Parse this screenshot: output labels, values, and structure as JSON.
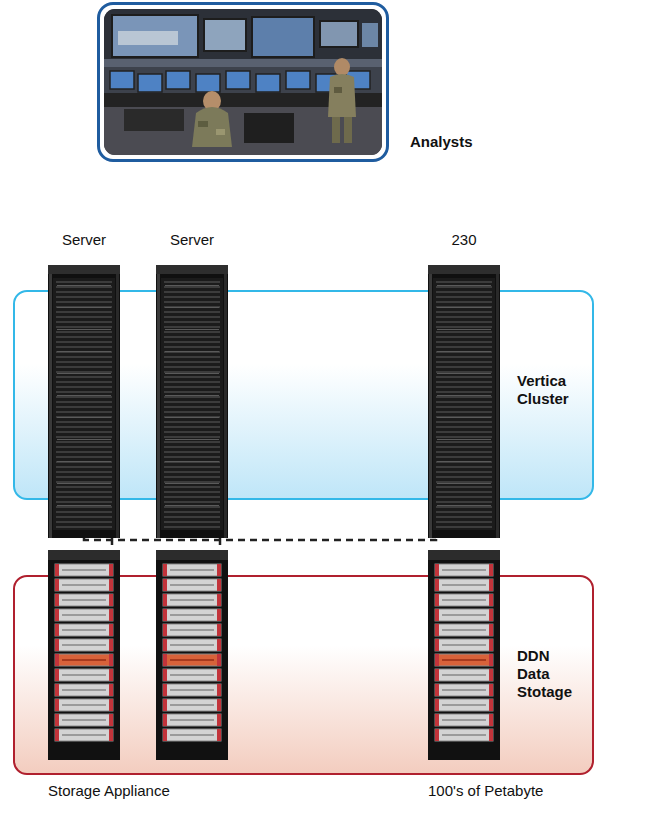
{
  "diagram": {
    "nodes": [
      {
        "text": [
          "Analysts"
        ]
      },
      {
        "text": [
          "Vertica Cluster"
        ]
      },
      {
        "text": [
          "Server"
        ],
        "in": 1
      },
      {
        "text": [
          "Server"
        ],
        "in": 1
      },
      {
        "text": [
          "230"
        ],
        "in": 1
      },
      {
        "text": [
          "DDN Data Stotage"
        ]
      },
      {
        "text": [
          "Storage Appliance"
        ],
        "in": 5
      },
      {
        "text": [],
        "in": 5
      },
      {
        "text": [
          "100's of Petabyte"
        ],
        "in": 5
      }
    ],
    "edges": [
      {
        "from": 2,
        "to": 6,
        "arrow": "none"
      },
      {
        "from": 3,
        "to": 7,
        "arrow": "none"
      },
      {
        "from": 2,
        "to": 4,
        "arrow": "none"
      }
    ]
  }
}
